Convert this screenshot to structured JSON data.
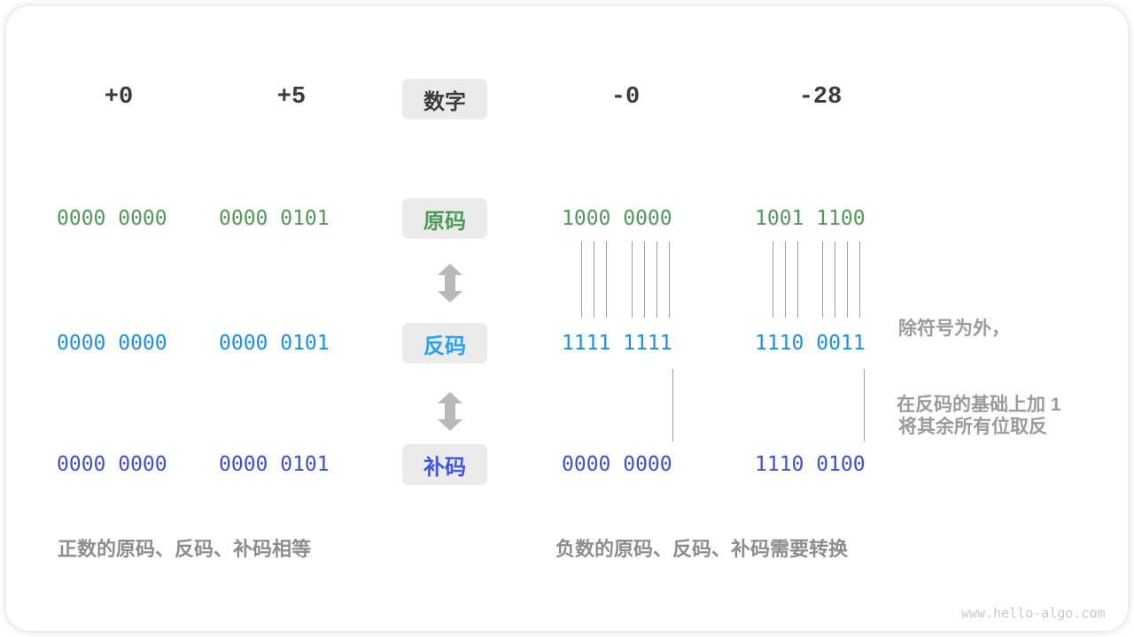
{
  "header": {
    "plus0": "+0",
    "plus5": "+5",
    "digit_label": "数字",
    "minus0": "-0",
    "minus28": "-28"
  },
  "rows": [
    {
      "label": "原码",
      "values": [
        "0000 0000",
        "0000 0101",
        "1000 0000",
        "1001 1100"
      ]
    },
    {
      "label": "反码",
      "values": [
        "0000 0000",
        "0000 0101",
        "1111 1111",
        "1110 0011"
      ]
    },
    {
      "label": "补码",
      "values": [
        "0000 0000",
        "0000 0101",
        "0000 0000",
        "1110 0100"
      ]
    }
  ],
  "annotations": {
    "flip_line1": "除符号为外，",
    "flip_line2": "将其余所有位取反",
    "add_one": "在反码的基础上加 1"
  },
  "captions": {
    "positive": "正数的原码、反码、补码相等",
    "negative": "负数的原码、反码、补码需要转换"
  },
  "watermark": "www.hello-algo.com",
  "colors": {
    "green": "#55975a",
    "blue": "#1f8ee3",
    "indigo": "#3e4fcb",
    "label_box_bg": "#ebebeb",
    "dark_text": "#3b3b3b",
    "note_gray": "#9b9b9b",
    "caption_gray": "#8d8d8d",
    "arrow_gray": "#b9b9b9",
    "connector_gray": "#9e9e9e",
    "watermark_gray": "#c9c9c9"
  }
}
